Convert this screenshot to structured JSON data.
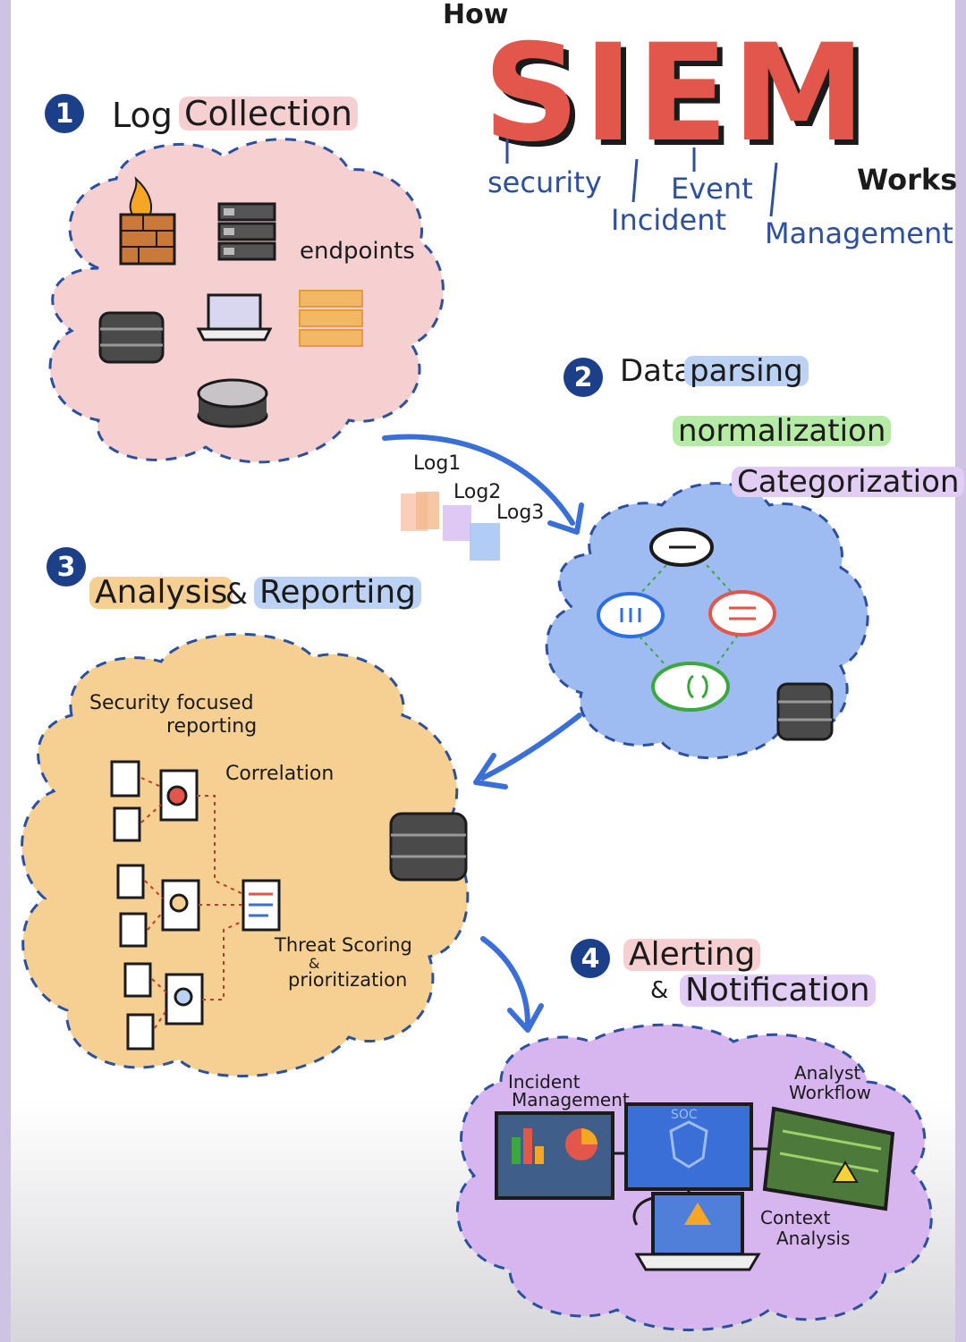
{
  "header": {
    "how": "How",
    "acronym": "SIEM",
    "works": "Works",
    "letters": {
      "s": "security",
      "i": "Incident",
      "e": "Event",
      "m": "Management"
    }
  },
  "steps": [
    {
      "number": "1",
      "title_a": "Log",
      "title_b": "Collection"
    },
    {
      "number": "2",
      "title_a": "Data",
      "title_b": "parsing",
      "extra_1": "normalization",
      "extra_2": "Categorization"
    },
    {
      "number": "3",
      "title_a": "Analysis",
      "amp": "&",
      "title_b": "Reporting"
    },
    {
      "number": "4",
      "title_a": "Alerting",
      "amp": "&",
      "title_b": "Notification"
    }
  ],
  "cloud1": {
    "endpoints": "endpoints"
  },
  "logs": [
    "Log1",
    "Log2",
    "Log3"
  ],
  "cloud3": {
    "security_reporting_1": "Security focused",
    "security_reporting_2": "reporting",
    "correlation": "Correlation",
    "threat_1": "Threat Scoring",
    "threat_amp": "&",
    "threat_2": "prioritization"
  },
  "cloud4": {
    "incident_1": "Incident",
    "incident_2": "Management",
    "analyst_1": "Analyst",
    "analyst_2": "Workflow",
    "context_1": "Context",
    "context_2": "Analysis",
    "soc": "SOC"
  },
  "colors": {
    "pink_cloud": "#f6cfd1",
    "blue_cloud": "#9fbcf2",
    "orange_cloud": "#f6cf93",
    "purple_cloud": "#d7b5ee",
    "navy": "#1c3f8a",
    "siem_red": "#e2564c"
  }
}
